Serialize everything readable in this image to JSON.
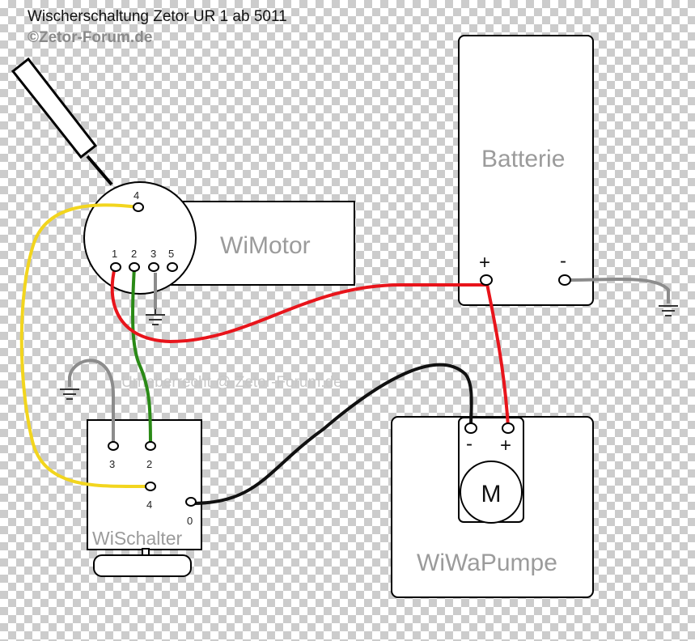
{
  "title": "Wischerschaltung Zetor UR 1 ab 5011",
  "copyright": "©Zetor-Forum.de",
  "watermark": "Urheberrecht @ Zetor-Forum.de",
  "components": {
    "wimotor": "WiMotor",
    "batterie": "Batterie",
    "wischalter": "WiSchalter",
    "wiwapumpe": "WiWaPumpe",
    "motor_symbol": "M"
  },
  "terminals": {
    "motor_pins": [
      "4",
      "1",
      "2",
      "3",
      "5"
    ],
    "switch_pins": [
      "3",
      "2",
      "4",
      "0"
    ],
    "battery_plus": "+",
    "battery_minus": "-",
    "pump_minus": "-",
    "pump_plus": "+"
  },
  "wire_colors": {
    "yellow": "#f2d51e",
    "green": "#2a8a16",
    "red": "#e8141b",
    "black": "#111111",
    "ground": "#8c8c8c"
  }
}
